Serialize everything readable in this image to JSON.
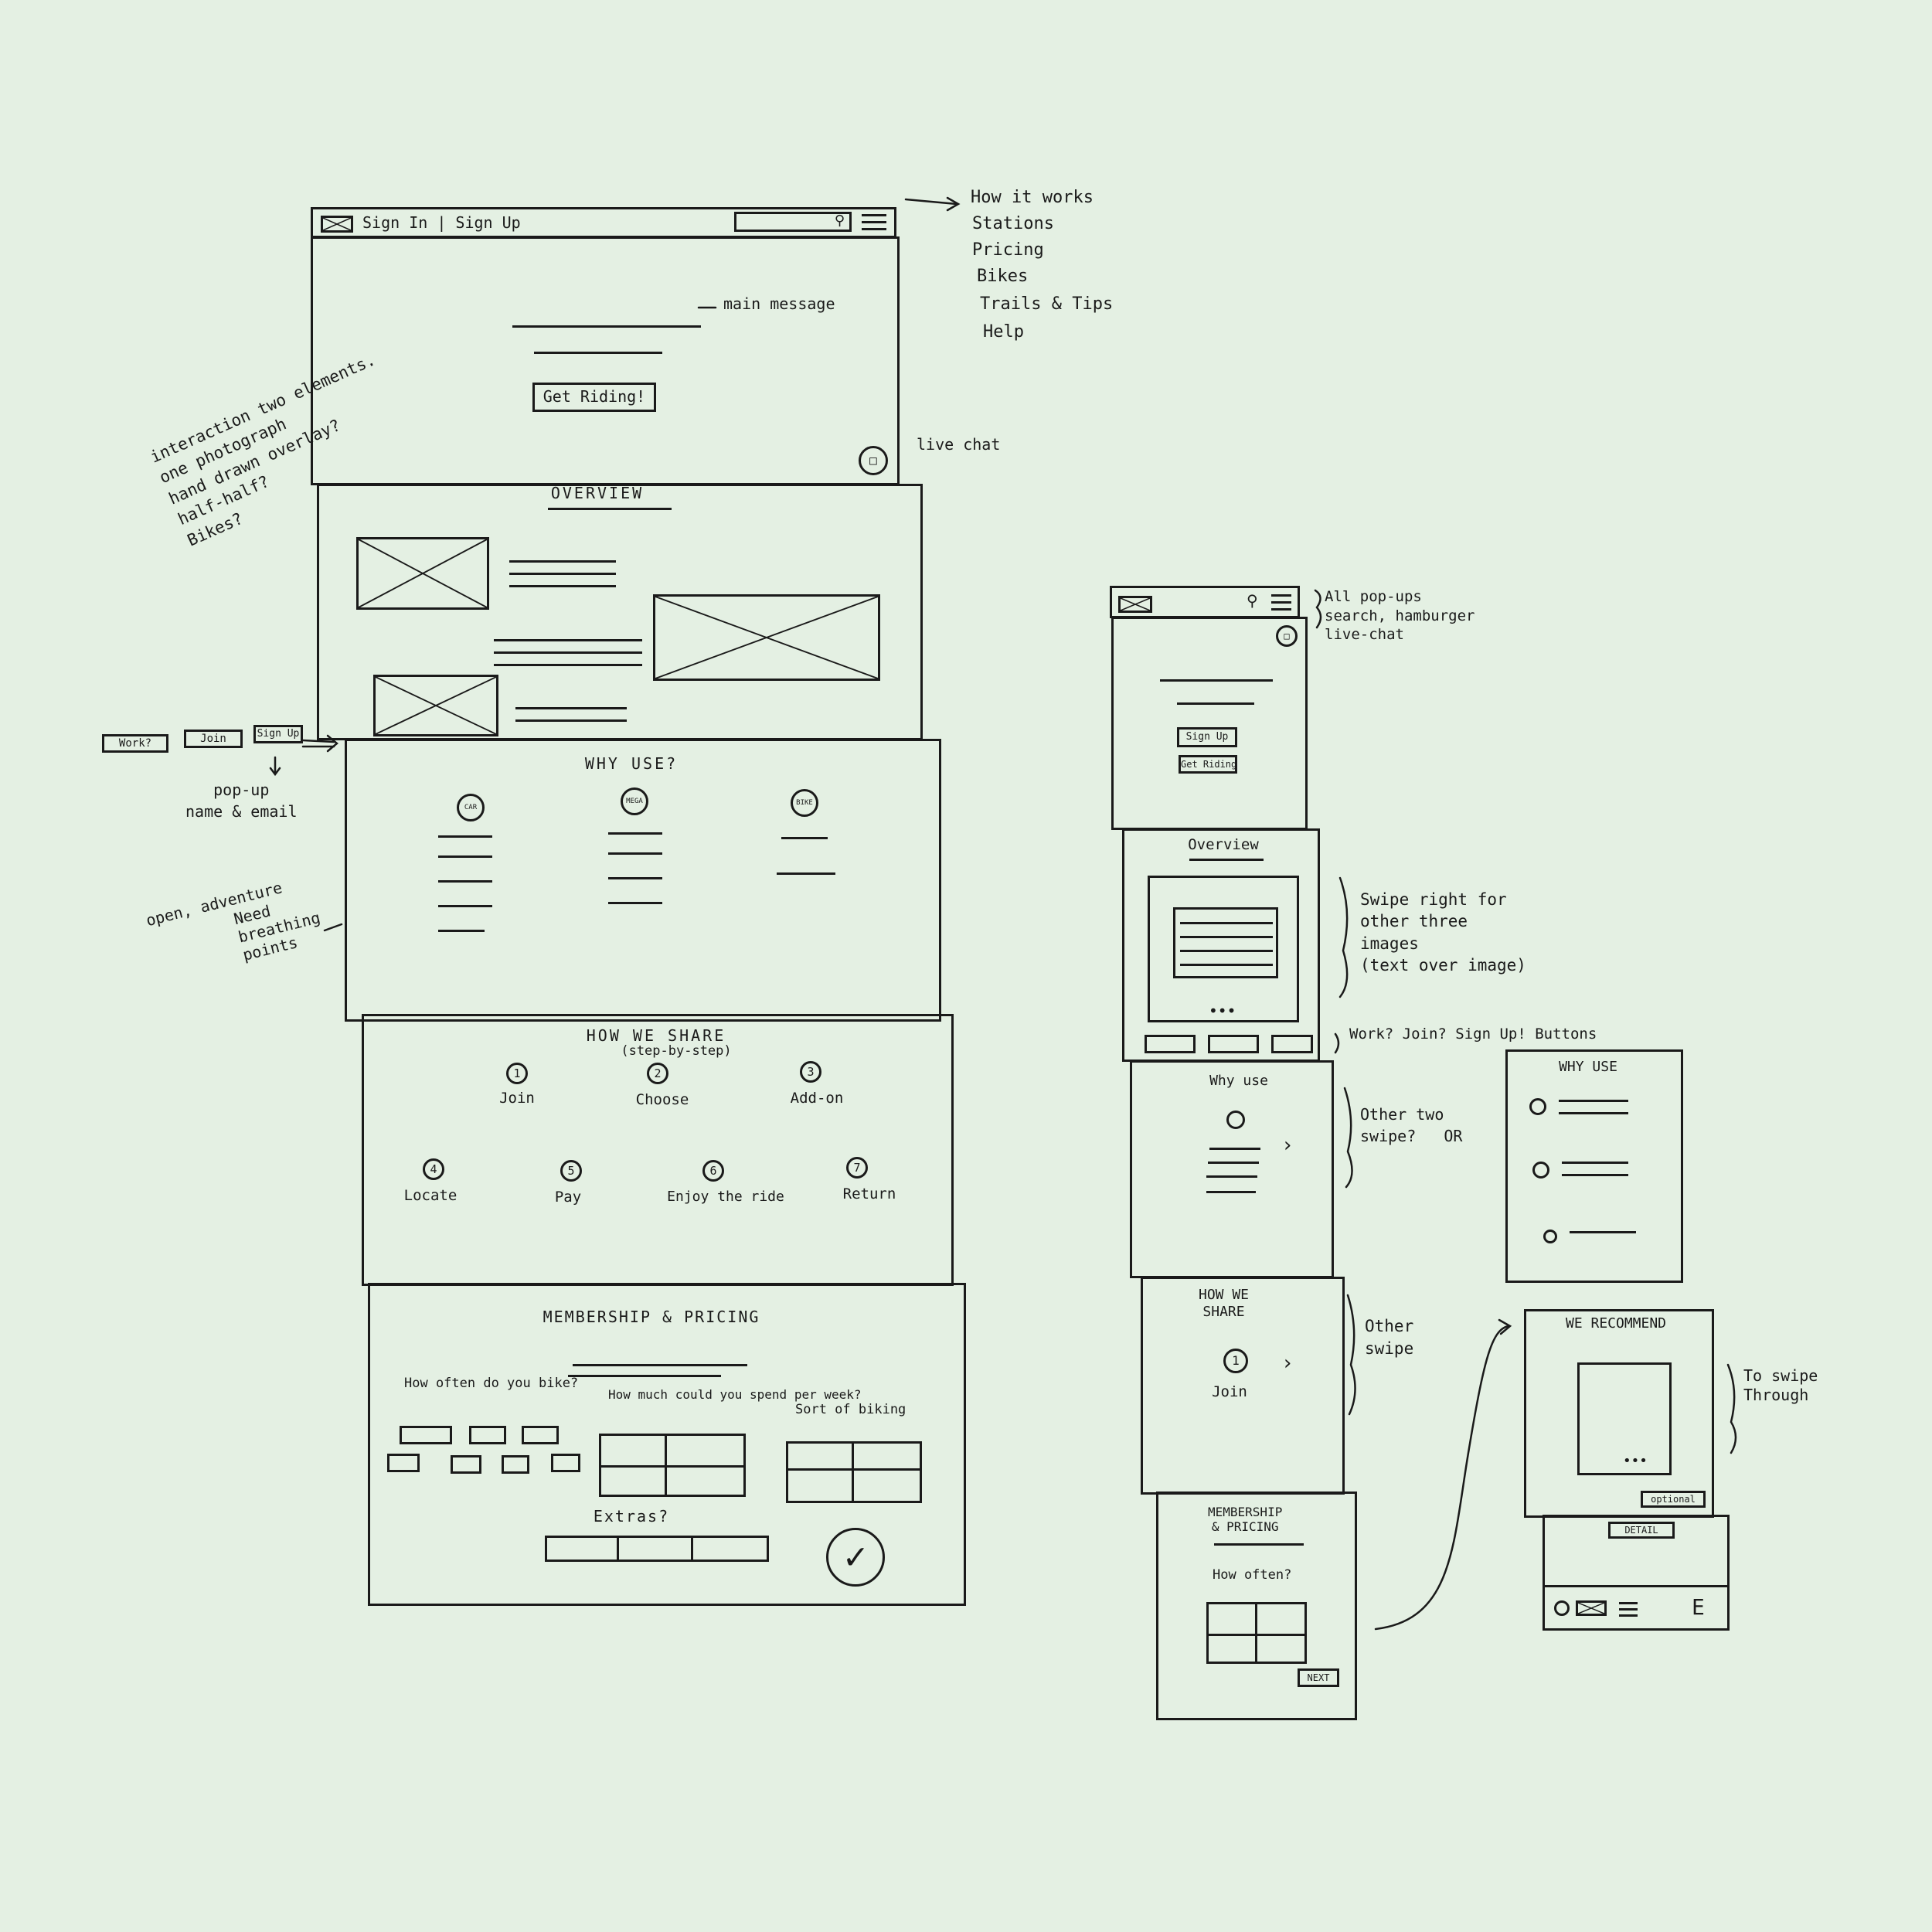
{
  "desktop": {
    "nav_label": "Sign In | Sign Up",
    "hero_note": "main message",
    "hero_button": "Get Riding!",
    "live_chat_note": "live chat",
    "overview_title": "OVERVIEW",
    "why_title": "WHY USE?",
    "why_icons": [
      "CAR",
      "MEGA",
      "BIKE"
    ],
    "how_title": "HOW WE SHARE",
    "how_subtitle": "(step-by-step)",
    "steps": [
      {
        "num": "1",
        "label": "Join"
      },
      {
        "num": "2",
        "label": "Choose"
      },
      {
        "num": "3",
        "label": "Add-on"
      },
      {
        "num": "4",
        "label": "Locate"
      },
      {
        "num": "5",
        "label": "Pay"
      },
      {
        "num": "6",
        "label": "Enjoy the ride"
      },
      {
        "num": "7",
        "label": "Return"
      }
    ],
    "membership_title": "MEMBERSHIP & PRICING",
    "q1": "How often do you bike?",
    "q2": "How much could you spend per week?",
    "q3": "Sort of biking",
    "extras": "Extras?"
  },
  "menu_items": [
    "How it works",
    "Stations",
    "Pricing",
    "Bikes",
    "Trails & Tips",
    "Help"
  ],
  "left_notes": {
    "interaction": "interaction two elements.\none photograph\nhand drawn overlay?\nhalf-half?\nBikes?",
    "buttons": [
      "Work?",
      "Join",
      "Sign Up"
    ],
    "popup": "pop-up\nname & email",
    "open": "open, adventure",
    "breathing": "Need\nbreathing\npoints"
  },
  "mobile": {
    "popups_note": "All pop-ups\nsearch, hamburger\nlive-chat",
    "signup_button": "Sign Up",
    "get_riding_button": "Get Riding",
    "overview_title": "Overview",
    "swipe_note": "Swipe right for\nother three\nimages\n(text over image)",
    "buttons_note": "Work? Join? Sign Up! Buttons",
    "why_title": "Why use",
    "why_note": "Other two\nswipe?   OR",
    "how_title": "HOW WE\nSHARE",
    "how_step_num": "1",
    "how_step_label": "Join",
    "how_note": "Other\nswipe",
    "membership_title": "MEMBERSHIP\n& PRICING",
    "how_often": "How often?",
    "next_button": "NEXT"
  },
  "alt_why": {
    "title": "WHY USE"
  },
  "recommend": {
    "title": "WE RECOMMEND",
    "optional_button": "optional",
    "details_button": "DETAIL",
    "swipe_note": "To swipe\nThrough"
  }
}
